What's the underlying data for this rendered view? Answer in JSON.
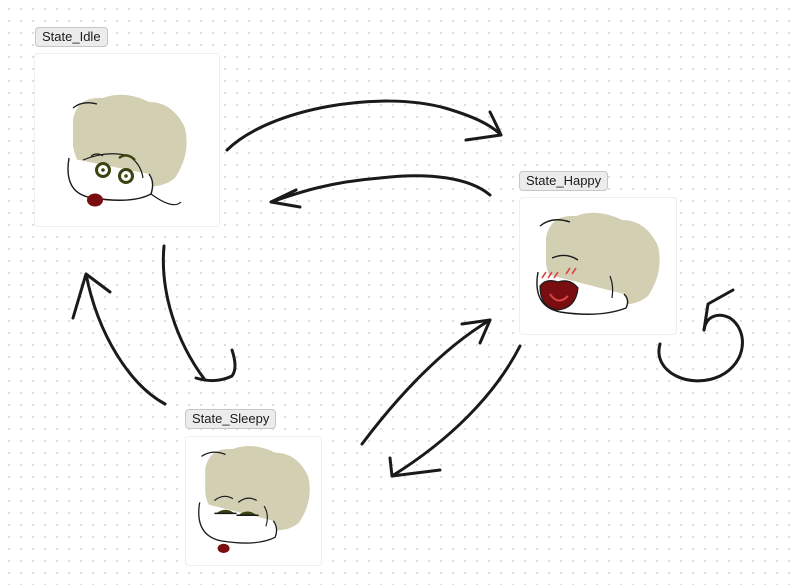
{
  "states": [
    {
      "id": "idle",
      "label": "State_Idle",
      "expression": "idle"
    },
    {
      "id": "happy",
      "label": "State_Happy",
      "expression": "happy"
    },
    {
      "id": "sleepy",
      "label": "State_Sleepy",
      "expression": "sleepy"
    }
  ],
  "transitions": [
    {
      "from": "idle",
      "to": "happy"
    },
    {
      "from": "happy",
      "to": "idle"
    },
    {
      "from": "idle",
      "to": "sleepy"
    },
    {
      "from": "sleepy",
      "to": "idle"
    },
    {
      "from": "sleepy",
      "to": "happy"
    },
    {
      "from": "happy",
      "to": "sleepy"
    },
    {
      "from": "happy",
      "to": "happy"
    }
  ],
  "colors": {
    "hair": "#d3cfb2",
    "eye": "#3b4410",
    "mouth": "#7a0d10",
    "blush": "#d8474a",
    "stroke": "#1a1a1a"
  }
}
